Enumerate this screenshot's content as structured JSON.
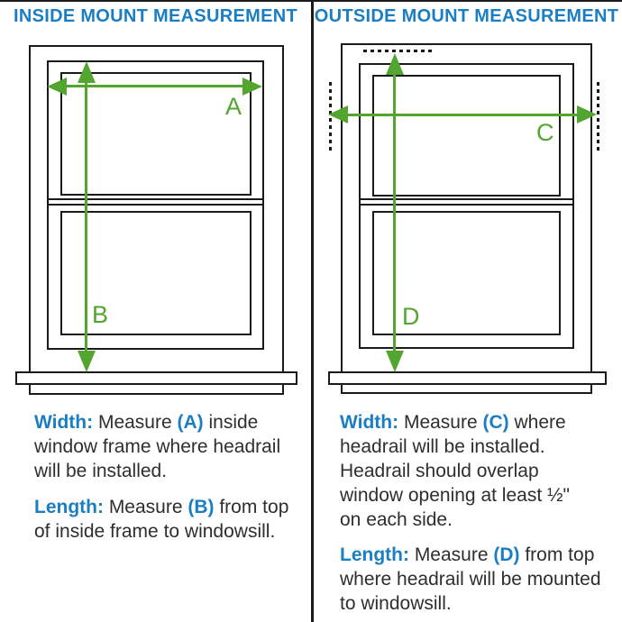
{
  "colors": {
    "title_blue": "#1b7ec3",
    "arrow_green": "#52a52f",
    "body_ink": "#2e2e2e",
    "line_black": "#1a1a1a",
    "background": "#ffffff"
  },
  "left_panel": {
    "title": "INSIDE MOUNT MEASUREMENT",
    "arrow_labels": {
      "width": "A",
      "length": "B"
    },
    "width_note_lines": [
      [
        {
          "t": "Width:",
          "b": 1
        },
        {
          "t": " Measure "
        },
        {
          "t": "(A)",
          "b": 1
        },
        {
          "t": " inside"
        }
      ],
      [
        {
          "t": "window frame where headrail"
        }
      ],
      [
        {
          "t": "will be installed."
        }
      ]
    ],
    "length_note_lines": [
      [
        {
          "t": "Length:",
          "b": 1
        },
        {
          "t": " Measure "
        },
        {
          "t": "(B)",
          "b": 1
        },
        {
          "t": " from top"
        }
      ],
      [
        {
          "t": "of inside frame to windowsill."
        }
      ]
    ]
  },
  "right_panel": {
    "title": "OUTSIDE MOUNT MEASUREMENT",
    "arrow_labels": {
      "width": "C",
      "length": "D"
    },
    "width_note_lines": [
      [
        {
          "t": "Width:",
          "b": 1
        },
        {
          "t": " Measure "
        },
        {
          "t": "(C)",
          "b": 1
        },
        {
          "t": " where"
        }
      ],
      [
        {
          "t": "headrail will be installed."
        }
      ],
      [
        {
          "t": "Headrail should overlap"
        }
      ],
      [
        {
          "t": "window opening at least ½\""
        }
      ],
      [
        {
          "t": "on each side."
        }
      ]
    ],
    "length_note_lines": [
      [
        {
          "t": "Length:",
          "b": 1
        },
        {
          "t": " Measure "
        },
        {
          "t": "(D)",
          "b": 1
        },
        {
          "t": " from top"
        }
      ],
      [
        {
          "t": "where headrail will be mounted"
        }
      ],
      [
        {
          "t": "to windowsill."
        }
      ]
    ]
  }
}
